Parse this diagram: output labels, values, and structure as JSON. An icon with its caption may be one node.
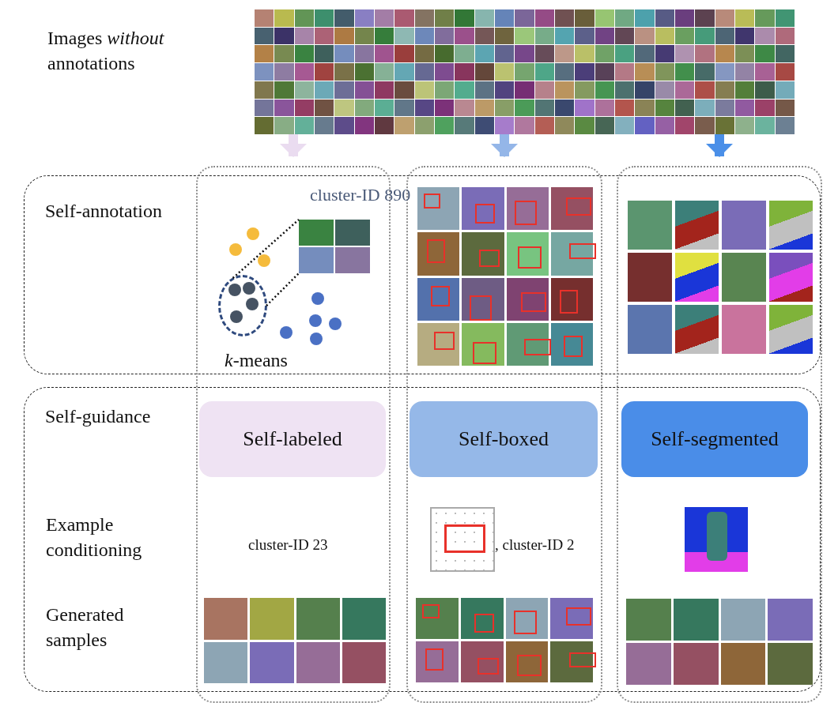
{
  "diagram": {
    "nodes": [
      {
        "text": [],
        "shape": "picture"
      },
      {
        "text": [
          "Self-annotation"
        ]
      },
      {
        "text": [
          "Self-guidance"
        ]
      },
      {
        "text": [],
        "shape": "box"
      },
      {
        "text": [],
        "shape": "box"
      },
      {
        "text": [],
        "shape": "box"
      },
      {
        "text": [],
        "shape": "circle"
      },
      {
        "text": [],
        "shape": "picture"
      },
      {
        "text": [
          "Self-labeled"
        ]
      },
      {
        "text": [
          "Self-boxed"
        ]
      },
      {
        "text": [
          "Self-segmented"
        ]
      }
    ],
    "edges": [
      {
        "from": 0,
        "to": 3,
        "arrow": "to",
        "color": "#eadcf0"
      },
      {
        "from": 0,
        "to": 4,
        "arrow": "to",
        "color": "#94b6e8"
      },
      {
        "from": 0,
        "to": 5,
        "arrow": "to",
        "color": "#4a8fe8"
      },
      {
        "from": 6,
        "to": 7,
        "arrow": "none",
        "style": "dashed",
        "color": "#111111"
      },
      {
        "from": 6,
        "to": 7,
        "arrow": "none",
        "style": "dashed",
        "color": "#111111"
      }
    ],
    "labels": [
      "Images *without* annotations",
      "cluster-ID 890",
      "*k*-means",
      "Example conditioning",
      "Generated samples",
      "cluster-ID 23",
      ", cluster-ID 2"
    ]
  }
}
